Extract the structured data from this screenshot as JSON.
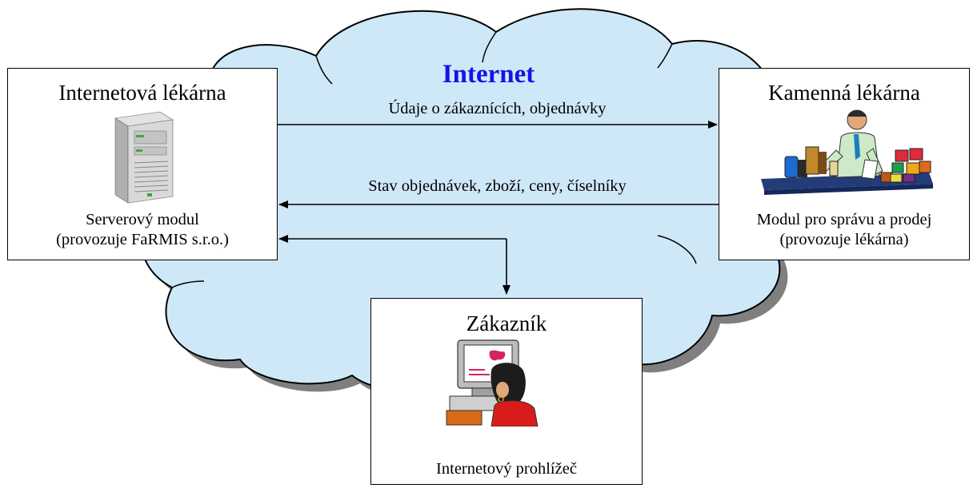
{
  "colors": {
    "cloud_fill": "#cfe8f8",
    "cloud_stroke": "#000000",
    "shadow": "#7f7f7f",
    "internet_text": "#1414e6"
  },
  "cloud": {
    "title": "Internet"
  },
  "nodes": {
    "pharmacy_online": {
      "title": "Internetová lékárna",
      "lines": [
        "Serverový modul",
        "(provozuje FaRMIS s.r.o.)"
      ],
      "icon": "server-icon"
    },
    "pharmacy_store": {
      "title": "Kamenná lékárna",
      "lines": [
        "Modul pro správu a prodej",
        "(provozuje lékárna)"
      ],
      "icon": "pharmacist-icon"
    },
    "customer": {
      "title": "Zákazník",
      "lines": [
        "Internetový prohlížeč"
      ],
      "icon": "customer-computer-icon"
    }
  },
  "flows": {
    "to_store": "Údaje o zákaznících, objednávky",
    "to_online": "Stav objednávek, zboží, ceny, číselníky"
  }
}
